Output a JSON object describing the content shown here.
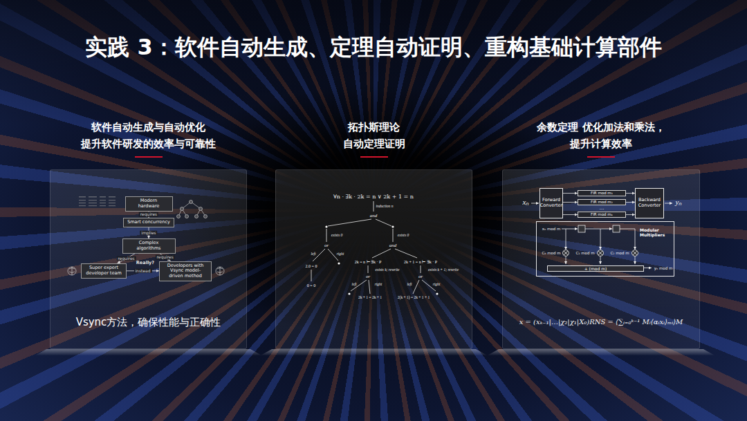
{
  "diagram": {
    "title": "实践 3：软件自动生成、定理自动证明、重构基础计算部件",
    "nodes": [
      {
        "text": [
          "软件自动生成与自动优化 提升软件研发的效率与可靠性",
          "Vsync方法，确保性能与正确性"
        ]
      },
      {
        "text": [
          "Modern hardware"
        ],
        "in": 0
      },
      {
        "text": [
          "Smart concurrency"
        ],
        "in": 0
      },
      {
        "text": [
          "Complex algorithms"
        ],
        "in": 0
      },
      {
        "text": [
          "Super expert developer team"
        ],
        "in": 0
      },
      {
        "text": [
          "Developers with Vsync model-driven method"
        ],
        "in": 0
      },
      {
        "text": [
          "拓扑斯理论 自动定理证明"
        ]
      },
      {
        "text": [
          "余数定理 优化加法和乘法，提升计算效率"
        ]
      },
      {
        "text": [
          "Forward Converter"
        ],
        "in": 7
      },
      {
        "text": [
          "FIR mod m₁"
        ],
        "in": 7
      },
      {
        "text": [
          "FIR mod m₂"
        ],
        "in": 7
      },
      {
        "text": [
          "FIR mod mₖ"
        ],
        "in": 7
      },
      {
        "text": [
          "Backward Converter"
        ],
        "in": 7
      },
      {
        "text": [
          "Modular Multipliers"
        ],
        "in": 7
      },
      {
        "text": [
          "+ (mod m)"
        ],
        "in": 13
      }
    ],
    "edges": [
      {
        "from": 1,
        "to": 2,
        "label": "requires",
        "arrow": "to"
      },
      {
        "from": 2,
        "to": 3,
        "label": "implies",
        "arrow": "to"
      },
      {
        "from": 3,
        "to": 4,
        "label": "requires",
        "arrow": "to"
      },
      {
        "from": 3,
        "to": 5,
        "label": "requires",
        "arrow": "to"
      },
      {
        "from": 4,
        "to": 5,
        "label": "instead",
        "arrow": "to"
      },
      {
        "from": 8,
        "to": 9,
        "arrow": "to"
      },
      {
        "from": 8,
        "to": 10,
        "arrow": "to"
      },
      {
        "from": 8,
        "to": 11,
        "arrow": "to"
      },
      {
        "from": 9,
        "to": 12,
        "arrow": "to"
      },
      {
        "from": 10,
        "to": 12,
        "arrow": "to"
      },
      {
        "from": 11,
        "to": 12,
        "arrow": "to"
      }
    ],
    "labels": [
      "Really?",
      "∀n · ∃k · 2k = n ∨ 2k + 1 = n",
      "induction n",
      "and",
      "exists 0",
      "or",
      "left",
      "right",
      "2.0 = 0",
      "0 = 0",
      "exists 0",
      "and",
      "2k = n ⊢ ∃k · P",
      "2k + 1 = n ⊢ ∃k · P",
      "exists k; rewrite",
      "exists k + 1; rewrite",
      "or",
      "or",
      "left",
      "right",
      "left",
      "right",
      "2k + 1 = 2k + 1",
      "2(k + 1) = 2k + 1 + 1",
      "xₙ",
      "yₙ",
      "…",
      "xₙ mod m",
      "C₀ mod m",
      "C₁ mod m",
      "C₂ mod m",
      "yₙ mod m",
      "x = (xₖ₋₁|…|χ₂|χ₁|X₀)RNS = ⟨∑ᵢ₌₀ᵏ⁻¹ Mᵢ⟨αᵢxᵢ⟩ₘᵢ⟩M"
    ]
  }
}
